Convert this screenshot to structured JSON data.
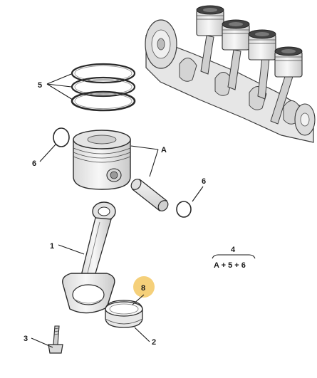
{
  "diagram": {
    "callouts": {
      "rings": "5",
      "circlip_left": "6",
      "piston_assembly": "A",
      "circlip_right": "6",
      "conrod": "1",
      "bearing_shell_highlighted": "8",
      "bolt": "3",
      "bearing_shell": "2"
    },
    "formula": {
      "numerator": "4",
      "denominator": "A + 5 + 6"
    },
    "colors": {
      "highlight": "#f5d07a",
      "part_fill": "#eeeeee",
      "outline": "#2a2a2a"
    }
  }
}
